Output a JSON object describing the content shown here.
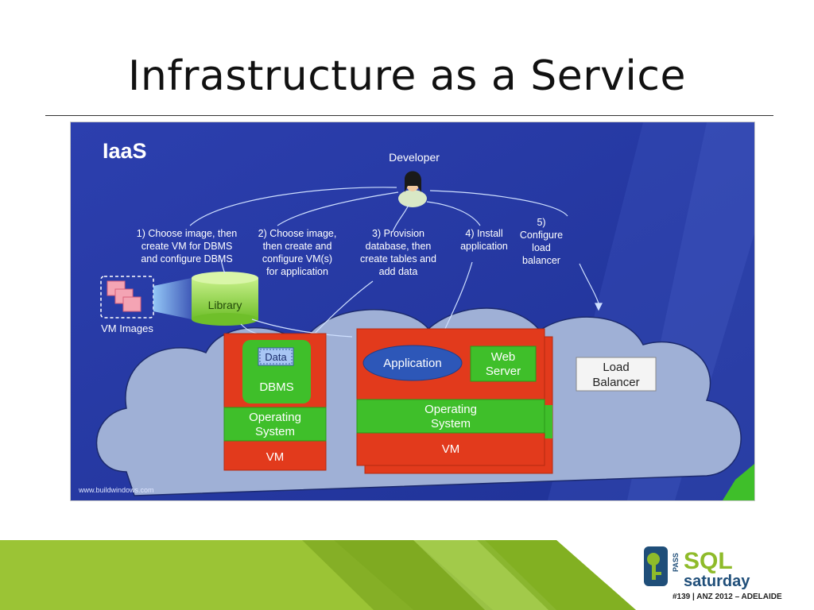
{
  "slide": {
    "title": "Infrastructure as a Service"
  },
  "diagram": {
    "heading": "IaaS",
    "developer": "Developer",
    "steps": [
      [
        "1) Choose image, then",
        "create VM for DBMS",
        "and configure DBMS"
      ],
      [
        "2) Choose image,",
        "then create and",
        "configure VM(s)",
        "for application"
      ],
      [
        "3) Provision",
        "database, then",
        "create tables and",
        "add data"
      ],
      [
        "4) Install",
        "application"
      ],
      [
        "5)",
        "Configure",
        "load",
        "balancer"
      ]
    ],
    "vm_images": "VM Images",
    "library": "Library",
    "data": "Data",
    "dbms": "DBMS",
    "operating_system": [
      "Operating",
      "System"
    ],
    "vm": "VM",
    "application": "Application",
    "web_server": [
      "Web",
      "Server"
    ],
    "load_balancer": [
      "Load",
      "Balancer"
    ],
    "source": "www.buildwindows.com",
    "colors": {
      "background": "#2a3fa8",
      "red": "#e23a1c",
      "green": "#3fbf2a",
      "cloud": "#9fb0d6"
    }
  },
  "logo": {
    "brand": "SQL",
    "sub": "saturday",
    "pass": "PASS",
    "tagline": "#139 | ANZ 2012 – ADELAIDE"
  }
}
